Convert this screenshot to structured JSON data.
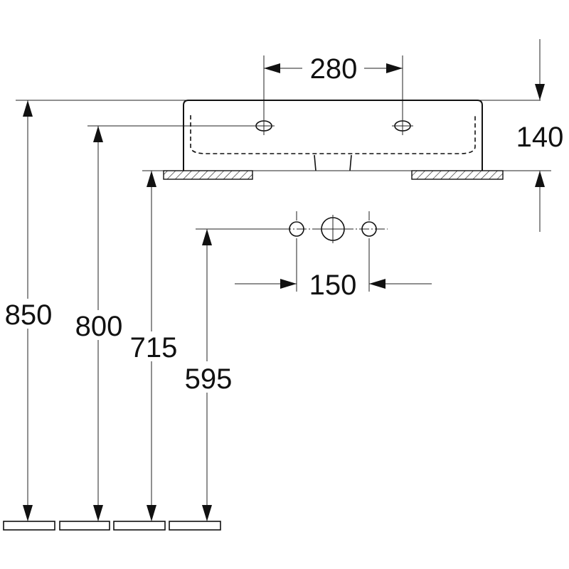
{
  "drawing": {
    "dimensions": {
      "tap_hole_spacing": "280",
      "basin_height": "140",
      "fixing_spacing": "150",
      "height_850": "850",
      "height_800": "800",
      "height_715": "715",
      "height_595": "595"
    },
    "colors": {
      "line": "#111111",
      "background": "#ffffff"
    }
  }
}
